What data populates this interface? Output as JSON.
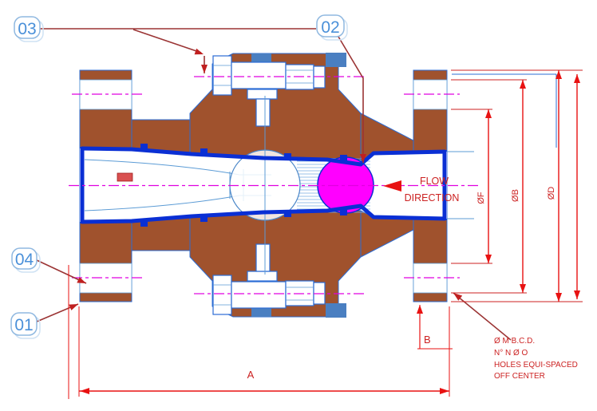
{
  "drawing": {
    "balloons": {
      "b01": "01",
      "b02": "02",
      "b03": "03",
      "b04": "04"
    },
    "flow": {
      "line1": "FLOW",
      "line2": "DIRECTION"
    },
    "dimensions": {
      "face_to_face": "A",
      "height_b": "B",
      "dia_raised_face": "ØF",
      "dia_bolt_circle": "ØB",
      "dia_flange_od": "ØD"
    },
    "note": {
      "line1": "Ø M B.C.D.",
      "line2": "N° N Ø O",
      "line3": "HOLES EQUI-SPACED",
      "line4": "OFF CENTER"
    },
    "colors": {
      "body_metal": "#A0522D",
      "liner_blue": "#0a2fd4",
      "outline_blue": "#2b6cd4",
      "detail_blue": "#5b9bd5",
      "centerline_magenta": "#e000e0",
      "ball_magenta": "#ff00ff",
      "leader_dark_red": "#9b3434",
      "dimension_red": "#e81212",
      "text_red": "#cc2222",
      "balloon_blue": "#4a90d9",
      "steel_blue": "#4a7fc1"
    }
  }
}
